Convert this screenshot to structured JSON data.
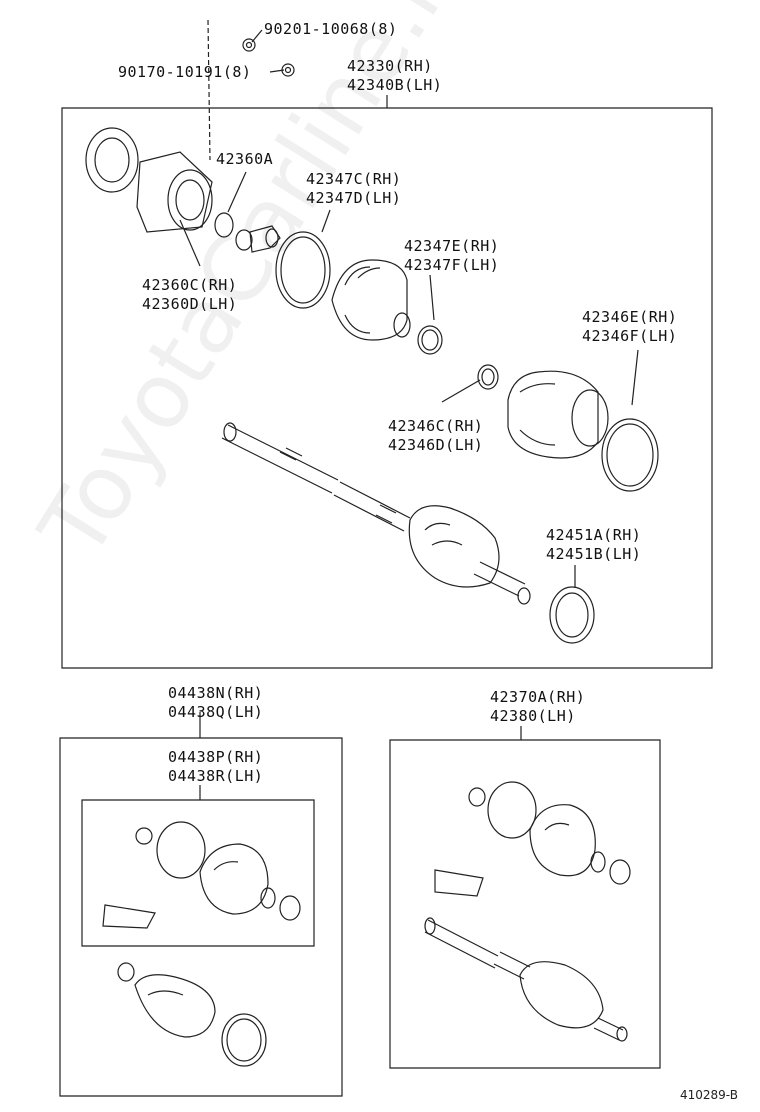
{
  "labels": {
    "nut_upper": "90201-10068(8)",
    "nut_lower": "90170-10191(8)",
    "shaft_assy": [
      "42330(RH)",
      "42340B(LH)"
    ],
    "snap_ring_a": "42360A",
    "joint_c": [
      "42360C(RH)",
      "42360D(LH)"
    ],
    "band_c": [
      "42347C(RH)",
      "42347D(LH)"
    ],
    "band_e": [
      "42347E(RH)",
      "42347F(LH)"
    ],
    "band_e2": [
      "42346E(RH)",
      "42346F(LH)"
    ],
    "band_c2": [
      "42346C(RH)",
      "42346D(LH)"
    ],
    "dust_seal": [
      "42451A(RH)",
      "42451B(LH)"
    ],
    "boot_kit_outer": [
      "04438N(RH)",
      "04438Q(LH)"
    ],
    "boot_kit_inner": [
      "04438P(RH)",
      "04438R(LH)"
    ],
    "outboard_joint": [
      "42370A(RH)",
      "42380(LH)"
    ]
  },
  "footer": {
    "ref": "410289-B"
  },
  "watermark": "ToyotaCarline.ru",
  "colors": {
    "line": "#222222",
    "background": "#ffffff"
  }
}
